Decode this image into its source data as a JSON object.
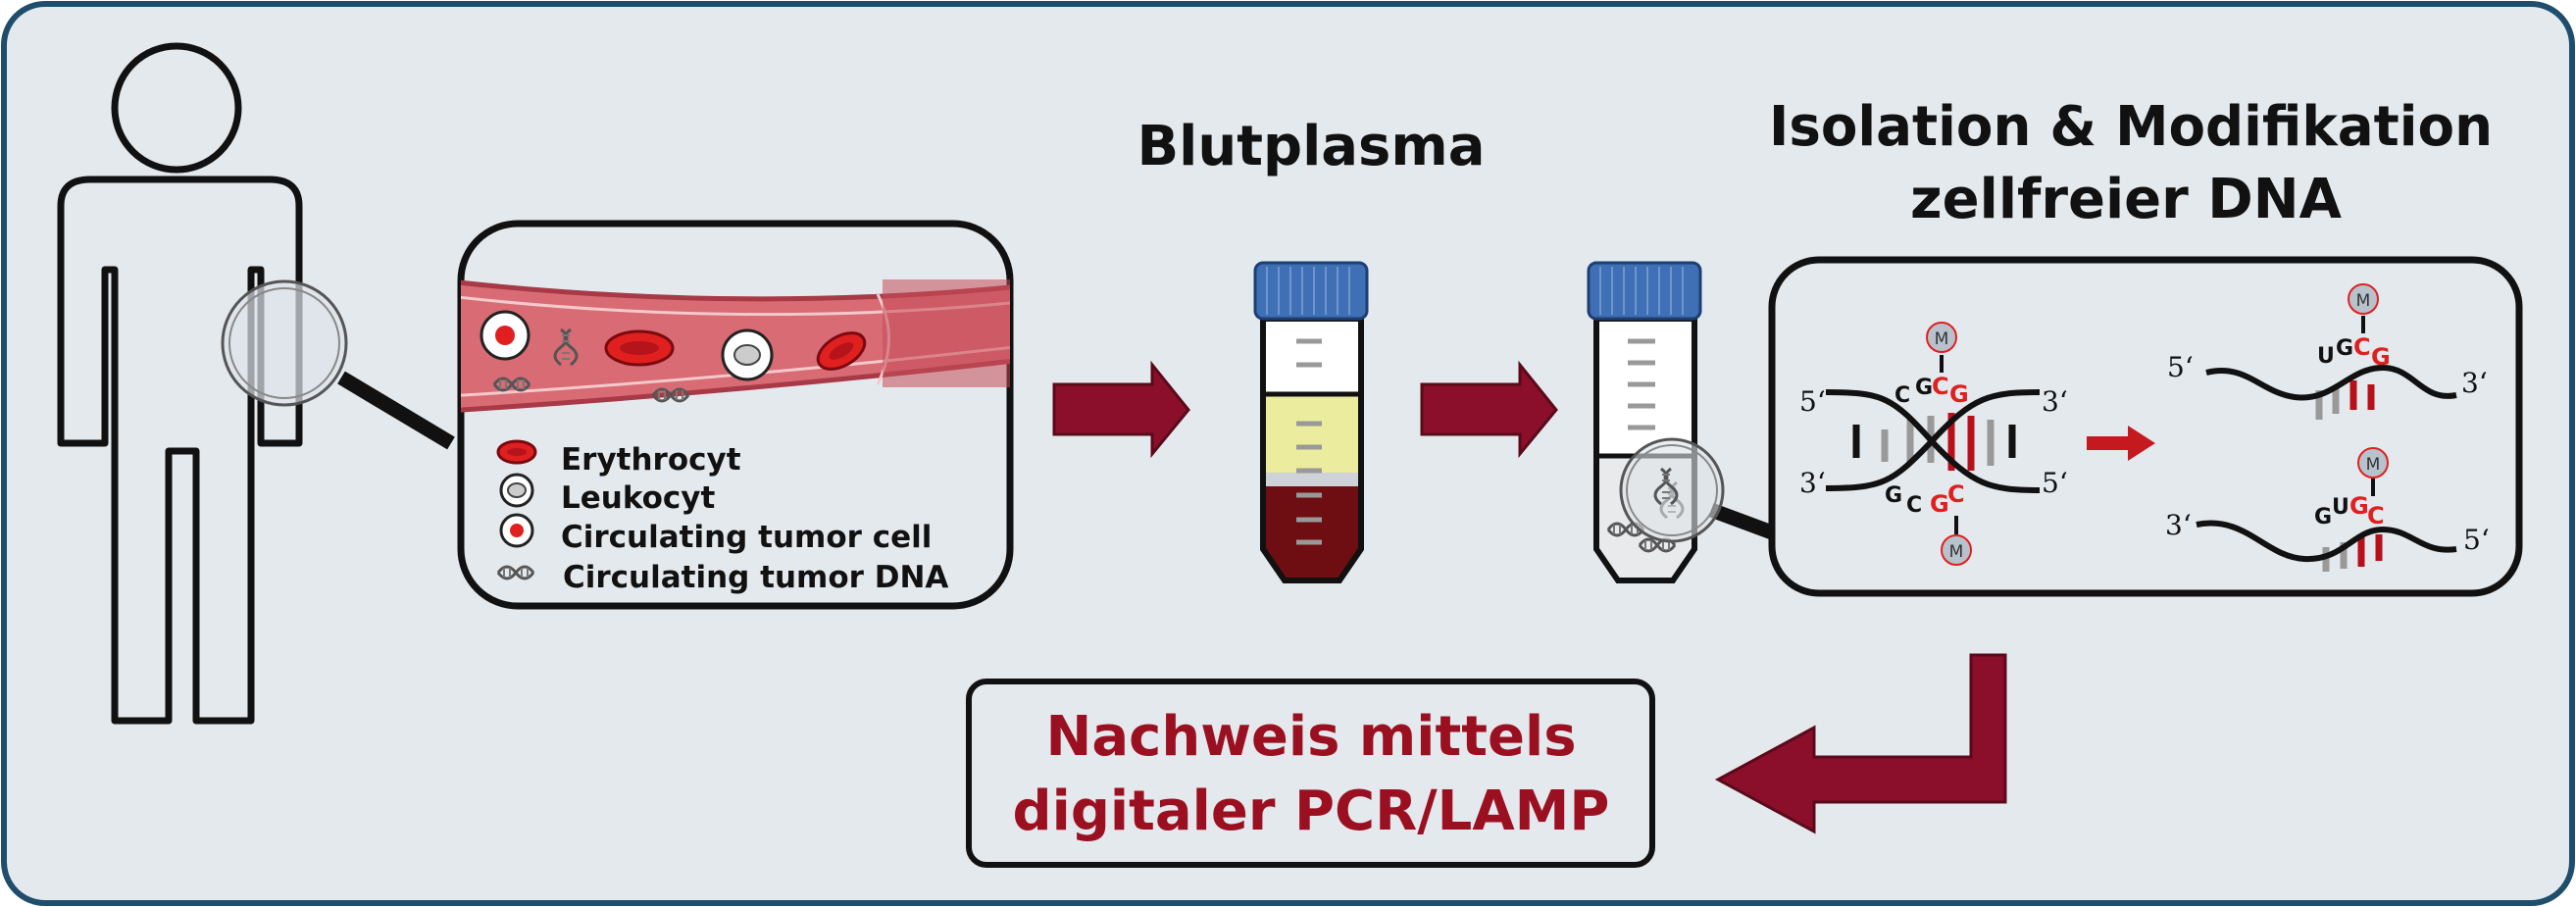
{
  "titles": {
    "plasma": "Blutplasma",
    "isolation_line1": "Isolation & Modifikation",
    "isolation_line2": "zellfreier DNA"
  },
  "legend": {
    "items": [
      {
        "label": "Erythrocyt",
        "icon": "erythrocyte-icon"
      },
      {
        "label": "Leukocyt",
        "icon": "leukocyte-icon"
      },
      {
        "label": "Circulating tumor cell",
        "icon": "tumor-cell-icon"
      },
      {
        "label": "Circulating tumor DNA",
        "icon": "tumor-dna-icon"
      }
    ]
  },
  "dna": {
    "end_5": "5‘",
    "end_3": "3‘",
    "methyl_mark": "M",
    "base_C": "C",
    "base_G": "G",
    "base_U": "U"
  },
  "result": {
    "line1": "Nachweis mittels",
    "line2": "digitaler PCR/LAMP"
  },
  "colors": {
    "background": "#e4e9ee",
    "frame": "#1f4d6b",
    "arrow": "#8b0f2a",
    "accent_red": "#e0201f",
    "vessel": "#d86b73",
    "tube_cap": "#3f6fb5",
    "plasma": "#ecec9e",
    "blood": "#6e0d12"
  }
}
